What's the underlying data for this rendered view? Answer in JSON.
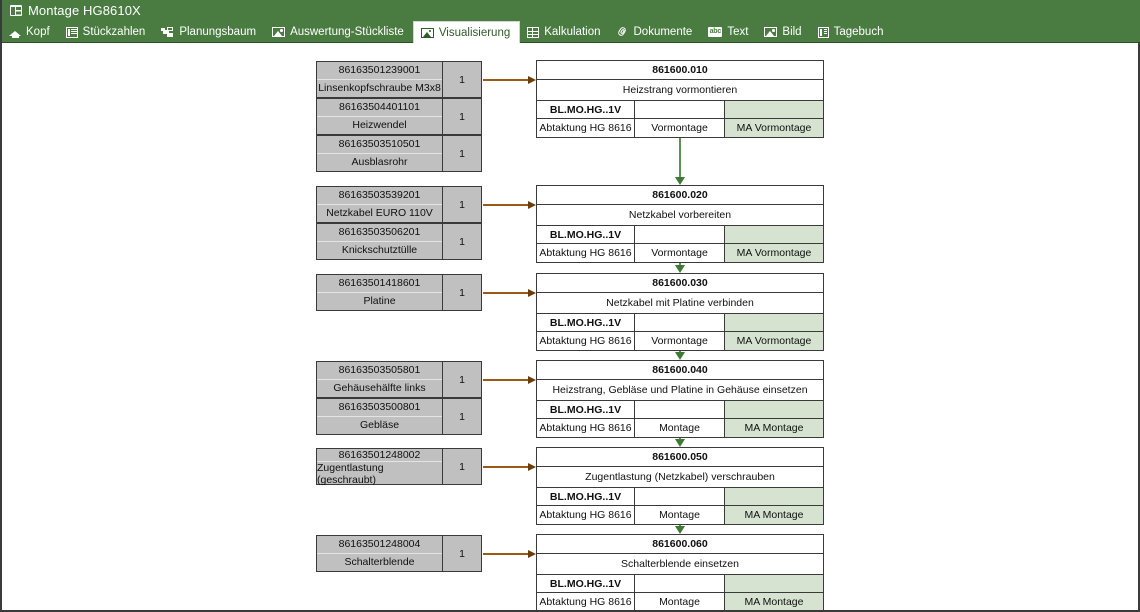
{
  "window": {
    "title": "Montage HG8610X",
    "icon": "window-app-icon"
  },
  "tabs": [
    {
      "label": "Kopf",
      "icon": "home-icon",
      "active": false
    },
    {
      "label": "Stückzahlen",
      "icon": "list-icon",
      "active": false
    },
    {
      "label": "Planungsbaum",
      "icon": "tree-icon",
      "active": false
    },
    {
      "label": "Auswertung-Stückliste",
      "icon": "picture-icon",
      "active": false
    },
    {
      "label": "Visualisierung",
      "icon": "picture-icon",
      "active": true
    },
    {
      "label": "Kalkulation",
      "icon": "grid-icon",
      "active": false
    },
    {
      "label": "Dokumente",
      "icon": "paperclip-icon",
      "active": false
    },
    {
      "label": "Text",
      "icon": "abc-icon",
      "active": false
    },
    {
      "label": "Bild",
      "icon": "picture-icon",
      "active": false
    },
    {
      "label": "Tagebuch",
      "icon": "book-icon",
      "active": false
    }
  ],
  "colors": {
    "header_green": "#4a7c42",
    "part_grey": "#c0c0c0",
    "resource_green": "#d6e3d1",
    "material_arrow": "#9a5a14",
    "flow_arrow": "#5f8f56"
  },
  "parts": [
    {
      "number": "86163501239001",
      "name": "Linsenkopfschraube  M3x8",
      "qty": "1"
    },
    {
      "number": "86163504401101",
      "name": "Heizwendel",
      "qty": "1"
    },
    {
      "number": "86163503510501",
      "name": "Ausblasrohr",
      "qty": "1"
    },
    {
      "number": "86163503539201",
      "name": "Netzkabel EURO 110V",
      "qty": "1"
    },
    {
      "number": "86163503506201",
      "name": "Knickschutztülle",
      "qty": "1"
    },
    {
      "number": "86163501418601",
      "name": "Platine",
      "qty": "1"
    },
    {
      "number": "86163503505801",
      "name": "Gehäusehälfte links",
      "qty": "1"
    },
    {
      "number": "86163503500801",
      "name": "Gebläse",
      "qty": "1"
    },
    {
      "number": "86163501248002",
      "name": "Zugentlastung (geschraubt)",
      "qty": "1"
    },
    {
      "number": "86163501248004",
      "name": "Schalterblende",
      "qty": "1"
    }
  ],
  "operations": [
    {
      "id": "861600.010",
      "description": "Heizstrang vormontieren",
      "code": "BL.MO.HG..1V",
      "mid": "",
      "resource": "",
      "group": "Abtaktung HG 8616",
      "stage": "Vormontage",
      "worker": "MA Vormontage"
    },
    {
      "id": "861600.020",
      "description": "Netzkabel vorbereiten",
      "code": "BL.MO.HG..1V",
      "mid": "",
      "resource": "",
      "group": "Abtaktung HG 8616",
      "stage": "Vormontage",
      "worker": "MA Vormontage"
    },
    {
      "id": "861600.030",
      "description": "Netzkabel mit Platine verbinden",
      "code": "BL.MO.HG..1V",
      "mid": "",
      "resource": "",
      "group": "Abtaktung HG 8616",
      "stage": "Vormontage",
      "worker": "MA Vormontage"
    },
    {
      "id": "861600.040",
      "description": "Heizstrang, Gebläse und Platine in Gehäuse einsetzen",
      "code": "BL.MO.HG..1V",
      "mid": "",
      "resource": "",
      "group": "Abtaktung HG 8616",
      "stage": "Montage",
      "worker": "MA Montage"
    },
    {
      "id": "861600.050",
      "description": "Zugentlastung (Netzkabel) verschrauben",
      "code": "BL.MO.HG..1V",
      "mid": "",
      "resource": "",
      "group": "Abtaktung HG 8616",
      "stage": "Montage",
      "worker": "MA Montage"
    },
    {
      "id": "861600.060",
      "description": "Schalterblende einsetzen",
      "code": "BL.MO.HG..1V",
      "mid": "",
      "resource": "",
      "group": "Abtaktung HG 8616",
      "stage": "Montage",
      "worker": "MA Montage"
    }
  ]
}
